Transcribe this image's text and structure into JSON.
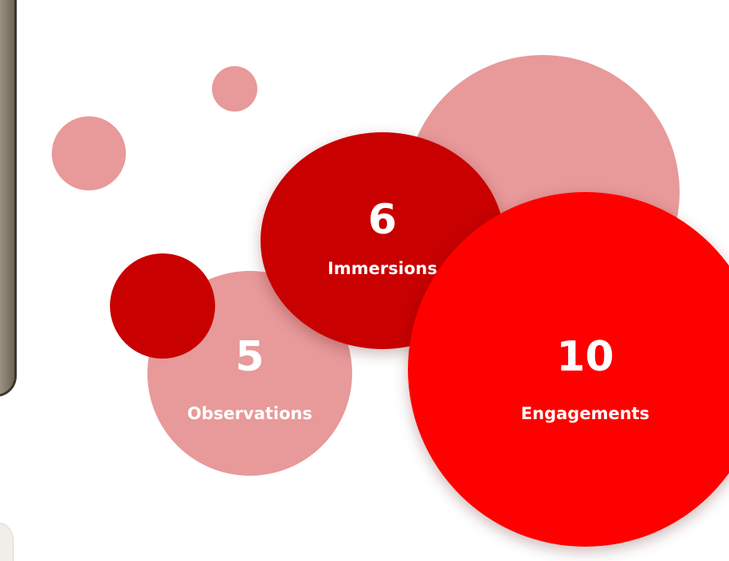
{
  "colors": {
    "pink": "#e89999",
    "dark_red": "#c80000",
    "bright_red": "#ff0000",
    "text": "#ffffff"
  },
  "stats": [
    {
      "value": "6",
      "label": "Immersions"
    },
    {
      "value": "5",
      "label": "Observations"
    },
    {
      "value": "10",
      "label": "Engagements"
    }
  ]
}
